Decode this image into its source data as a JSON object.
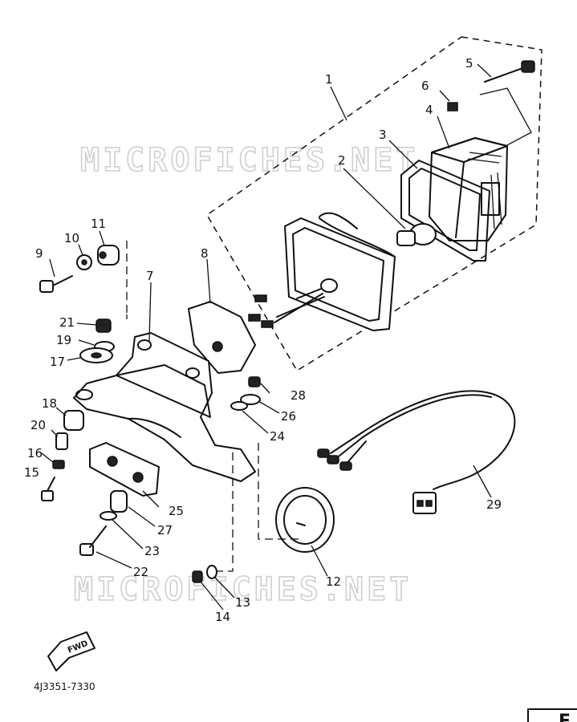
{
  "watermarks": [
    "MICROFICHES.NET",
    "MICROFICHES.NET"
  ],
  "diagram_code": "4J3351-7330",
  "fwd_label": "FWD",
  "corner_letter": "E",
  "callouts": [
    "1",
    "2",
    "3",
    "4",
    "5",
    "6",
    "7",
    "8",
    "9",
    "10",
    "11",
    "12",
    "13",
    "14",
    "15",
    "16",
    "17",
    "18",
    "19",
    "20",
    "21",
    "22",
    "23",
    "24",
    "25",
    "26",
    "27",
    "28",
    "29"
  ]
}
